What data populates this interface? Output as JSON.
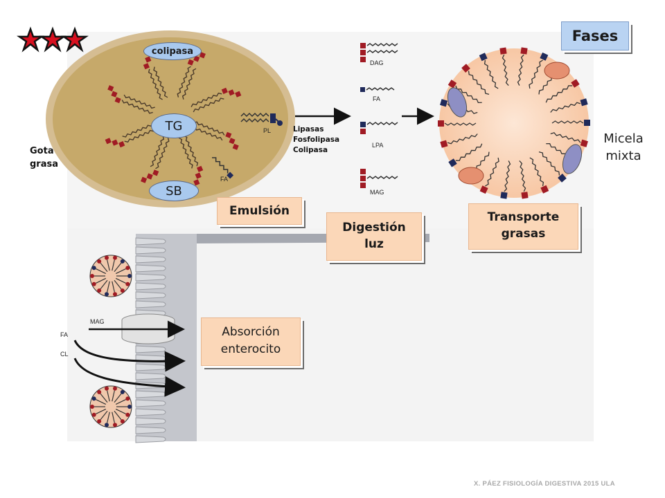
{
  "slide": {
    "stars_icon": "three-star-icon",
    "fases": "Fases",
    "gota_line1": "Gota",
    "gota_line2": "grasa",
    "colipasa": "colipasa",
    "tg": "TG",
    "sb": "SB",
    "pl": "PL",
    "fa": "FA",
    "enzymes": [
      "Lipasas",
      "Fosfolipasa",
      "Colipasa"
    ],
    "products": [
      "DAG",
      "FA",
      "LPA",
      "MAG"
    ],
    "micela_line1": "Micela",
    "micela_line2": "mixta",
    "emulsion": "Emulsión",
    "digestion_line1": "Digestión",
    "digestion_line2": "luz",
    "transporte_line1": "Transporte",
    "transporte_line2": "grasas",
    "absorcion_line1": "Absorción",
    "absorcion_line2": "enterocito",
    "panel_labels": [
      "MAG",
      "FA",
      "CL"
    ],
    "footer": "X. PÁEZ   FISIOLOGÍA DIGESTIVA 2015 ULA"
  },
  "colors": {
    "box_fill": "#fbd7b8",
    "droplet_fill": "#c9ad6c",
    "droplet_outer": "#d9c29a",
    "lipid_head": "#a01b24",
    "star_red": "#d81020",
    "micelle_fill": "#fbd9c0"
  }
}
